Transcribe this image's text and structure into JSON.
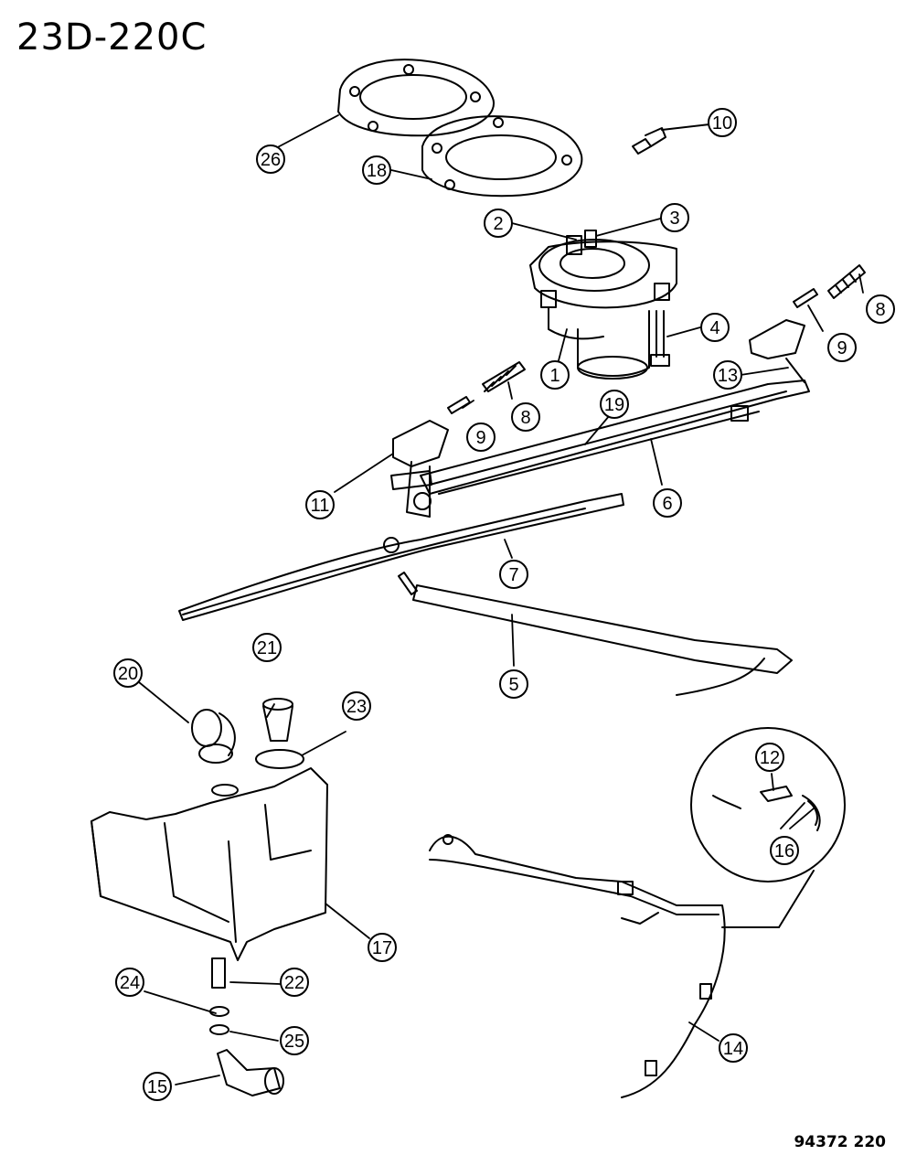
{
  "title": "23D-220C",
  "drawing_code": "94372  220",
  "callouts": [
    {
      "label": "1"
    },
    {
      "label": "2"
    },
    {
      "label": "3"
    },
    {
      "label": "4"
    },
    {
      "label": "5"
    },
    {
      "label": "6"
    },
    {
      "label": "7"
    },
    {
      "label": "8"
    },
    {
      "label": "8"
    },
    {
      "label": "9"
    },
    {
      "label": "9"
    },
    {
      "label": "10"
    },
    {
      "label": "11"
    },
    {
      "label": "12"
    },
    {
      "label": "13"
    },
    {
      "label": "14"
    },
    {
      "label": "15"
    },
    {
      "label": "16"
    },
    {
      "label": "17"
    },
    {
      "label": "18"
    },
    {
      "label": "19"
    },
    {
      "label": "20"
    },
    {
      "label": "21"
    },
    {
      "label": "22"
    },
    {
      "label": "23"
    },
    {
      "label": "24"
    },
    {
      "label": "25"
    },
    {
      "label": "26"
    }
  ]
}
